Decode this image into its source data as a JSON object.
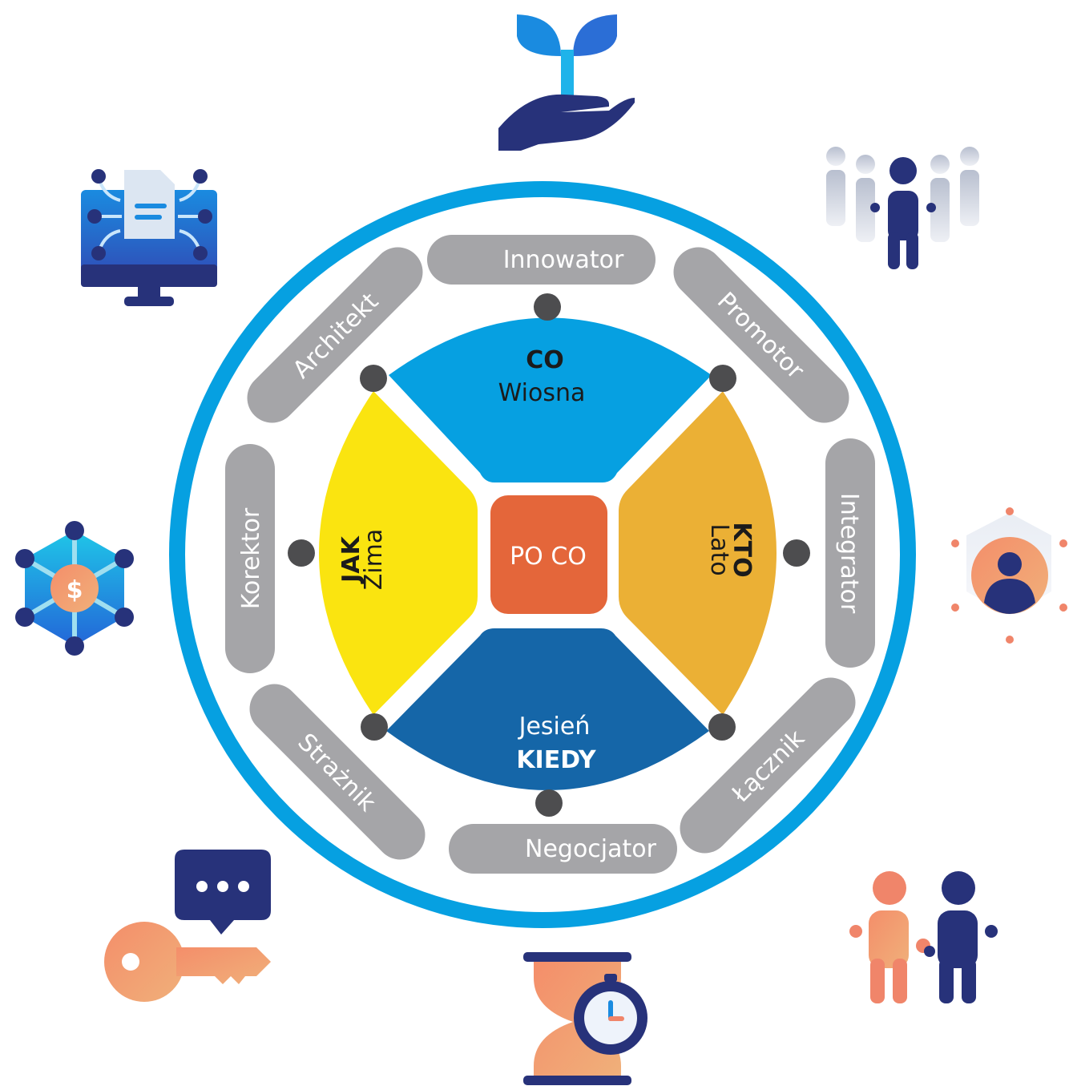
{
  "center": {
    "label": "PO CO",
    "color": "#e4663a"
  },
  "quadrants": {
    "top": {
      "bold": "CO",
      "regular": "Wiosna",
      "color": "#06a0e1",
      "text_color": "#1b1b1b"
    },
    "right": {
      "bold": "KTO",
      "regular": "Lato",
      "color": "#ebb035",
      "text_color": "#1b1b1b"
    },
    "bottom": {
      "bold": "KIEDY",
      "regular": "Jesień",
      "color": "#1566a8",
      "text_color": "#ffffff"
    },
    "left": {
      "bold": "JAK",
      "regular": "Zima",
      "color": "#fae410",
      "text_color": "#1b1b1b"
    }
  },
  "roles": {
    "top": "Innowator",
    "top_right": "Promotor",
    "right": "Integrator",
    "bottom_right": "Łącznik",
    "bottom": "Negocjator",
    "bottom_left": "Strażnik",
    "left": "Korektor",
    "top_left": "Architekt"
  },
  "colors": {
    "ring": "#06a0e1",
    "pill": "#a5a5a8",
    "node": "#4d4d4f",
    "navy": "#27327a",
    "salmon": "#f0856a"
  },
  "icons": {
    "top": "plant-in-hand-icon",
    "top_right": "team-leader-icon",
    "right": "user-profile-network-icon",
    "bottom_right": "two-people-handshake-icon",
    "bottom": "hourglass-clock-icon",
    "bottom_left": "key-chat-bubble-icon",
    "left": "money-network-hexagon-icon",
    "top_left": "computer-document-network-icon"
  }
}
